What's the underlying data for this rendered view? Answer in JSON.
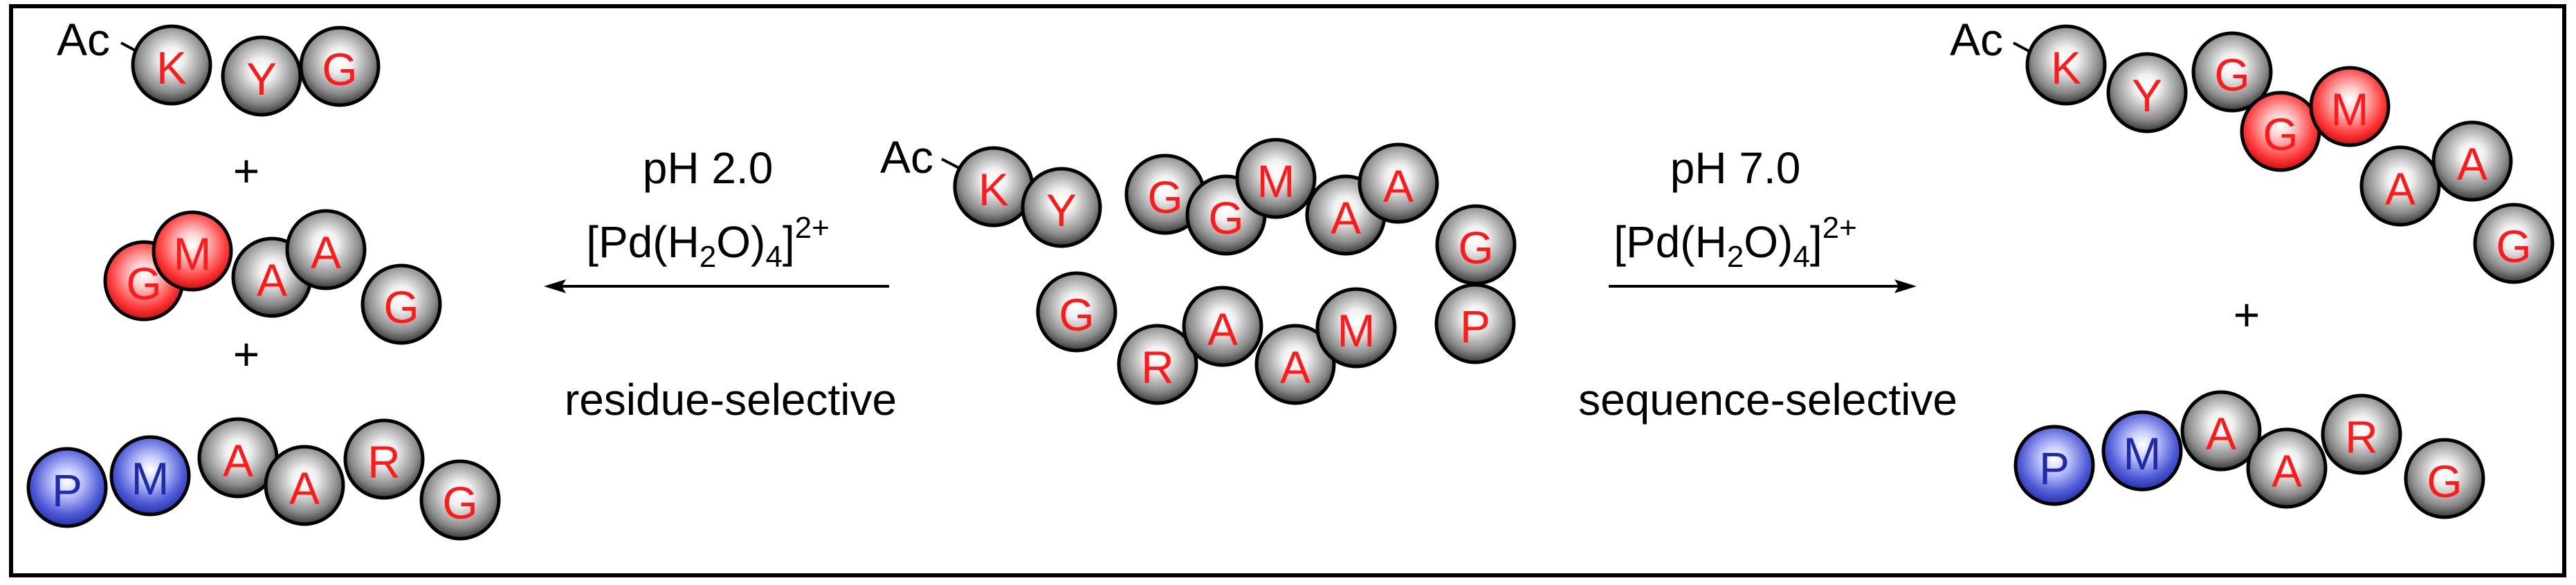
{
  "colors": {
    "gray": "#8c8c8c",
    "red": "#ff2a2a",
    "blue": "#4a56c8",
    "text_red": "#ff1a1a",
    "text_blue": "#1e2aa8",
    "border": "#000000"
  },
  "start_peptide": {
    "cap": "Ac",
    "row1": [
      "K",
      "Y",
      "G",
      "G",
      "M",
      "A",
      "A",
      "G"
    ],
    "row2": [
      "G",
      "R",
      "A",
      "A",
      "M",
      "P"
    ]
  },
  "left_conditions": {
    "ph": "pH 2.0",
    "catalyst_base": "[Pd(H",
    "catalyst_sub2": "2",
    "catalyst_mid": "O)",
    "catalyst_sub4": "4",
    "catalyst_end": "]",
    "catalyst_charge": "2+",
    "mode": "residue-selective"
  },
  "right_conditions": {
    "ph": "pH 7.0",
    "catalyst_base": "[Pd(H",
    "catalyst_sub2": "2",
    "catalyst_mid": "O)",
    "catalyst_sub4": "4",
    "catalyst_end": "]",
    "catalyst_charge": "2+",
    "mode": "sequence-selective"
  },
  "left_products": {
    "frag1": {
      "cap": "Ac",
      "residues": [
        "K",
        "Y",
        "G"
      ]
    },
    "plus1": "+",
    "frag2": {
      "residues": [
        "G",
        "M",
        "A",
        "A",
        "G"
      ]
    },
    "plus2": "+",
    "frag3": {
      "residues": [
        "P",
        "M",
        "A",
        "A",
        "R",
        "G"
      ]
    }
  },
  "right_products": {
    "frag1": {
      "cap": "Ac",
      "residues": [
        "K",
        "Y",
        "G",
        "G",
        "M",
        "A",
        "A",
        "G"
      ]
    },
    "plus": "+",
    "frag2": {
      "residues": [
        "P",
        "M",
        "A",
        "A",
        "R",
        "G"
      ]
    }
  }
}
